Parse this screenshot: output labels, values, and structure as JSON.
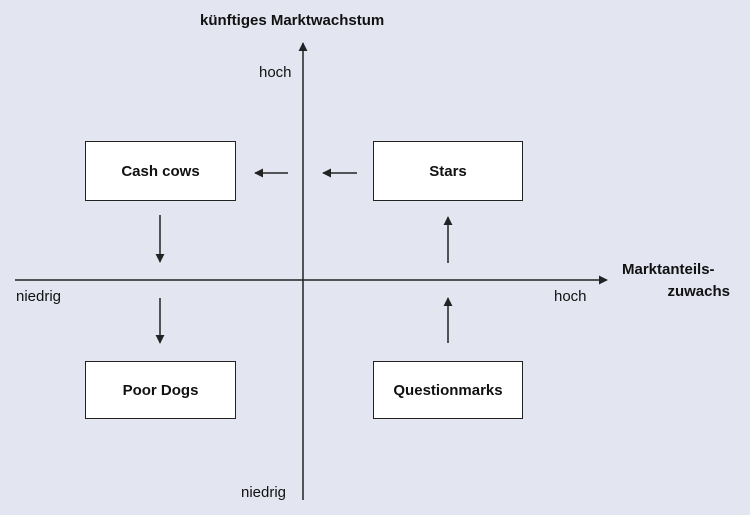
{
  "y_axis": {
    "title": "künftiges Marktwachstum",
    "high_label": "hoch",
    "low_label": "niedrig"
  },
  "x_axis": {
    "title_line1": "Marktanteils-",
    "title_line2": "zuwachs",
    "high_label": "hoch",
    "low_label": "niedrig"
  },
  "quadrants": {
    "top_left": "Cash cows",
    "top_right": "Stars",
    "bottom_left": "Poor Dogs",
    "bottom_right": "Questionmarks"
  },
  "colors": {
    "background": "#e3e6f1",
    "box_fill": "#ffffff",
    "line": "#222222"
  }
}
